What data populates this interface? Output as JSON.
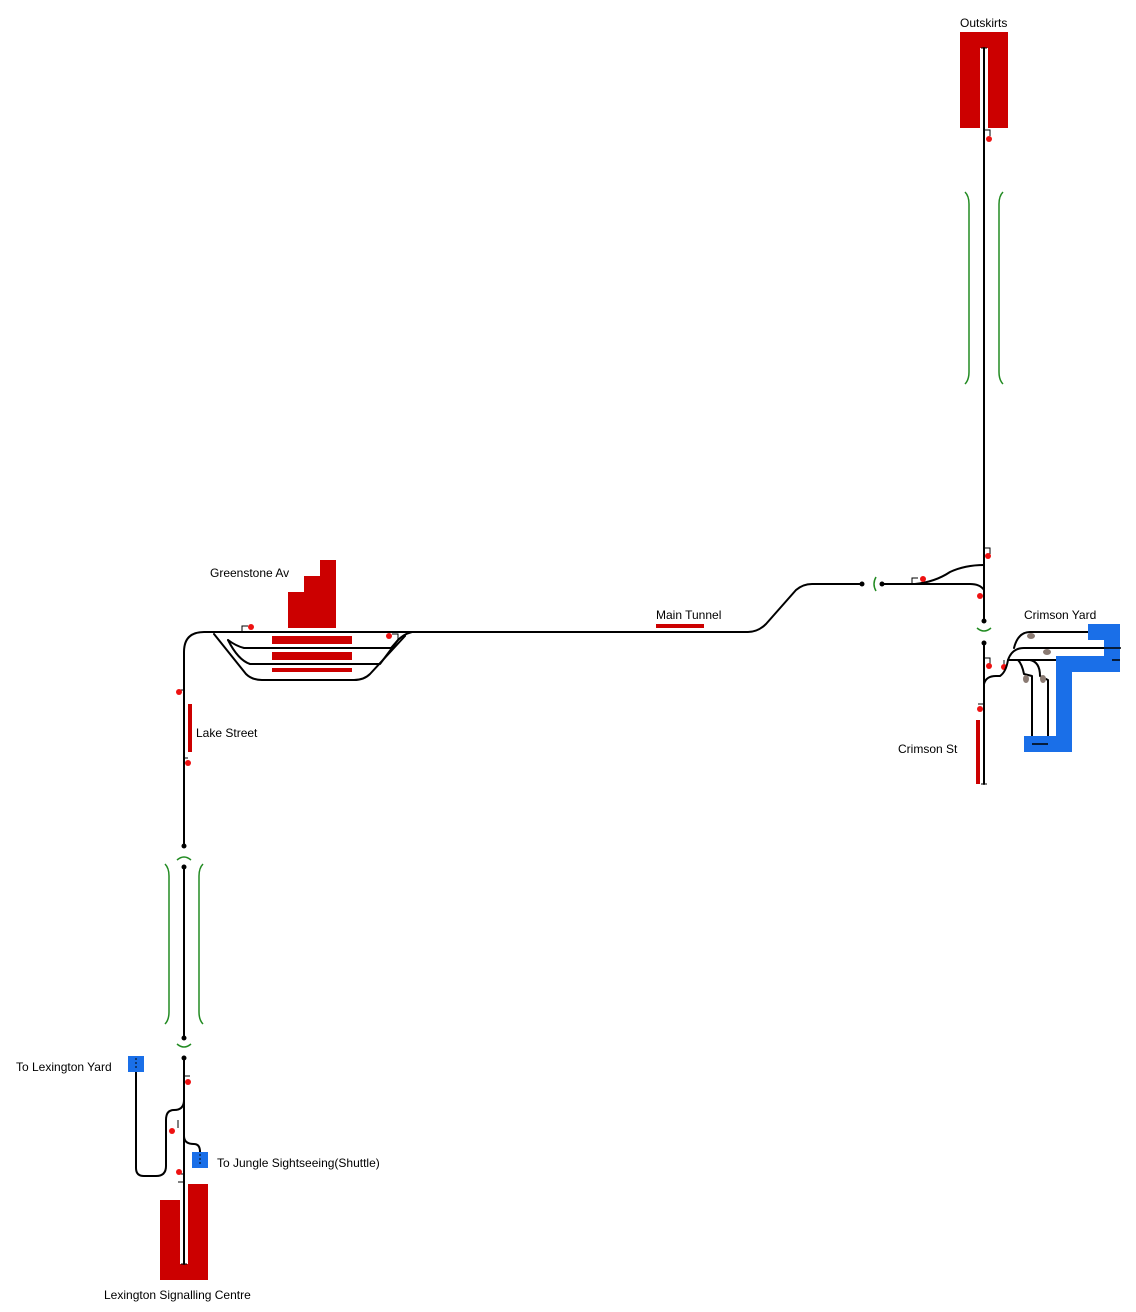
{
  "colors": {
    "background": "#ffffff",
    "track": "#000000",
    "platform": "#cc0000",
    "portal": "#1a6fe8",
    "signal": "#ee1111",
    "tunnel_bracket": "#228b22",
    "points": "#8a7a72"
  },
  "labels": {
    "outskirts": "Outskirts",
    "greenstone_av": "Greenstone Av",
    "main_tunnel": "Main Tunnel",
    "crimson_yard": "Crimson Yard",
    "lake_street": "Lake Street",
    "crimson_st": "Crimson St",
    "to_lexington_yard": "To Lexington Yard",
    "to_jungle_sightseeing": "To Jungle Sightseeing(Shuttle)",
    "lexington_signalling_centre": "Lexington Signalling Centre"
  }
}
